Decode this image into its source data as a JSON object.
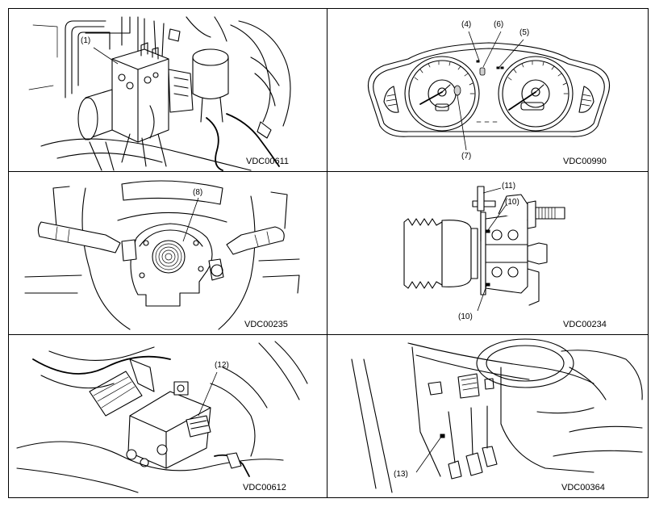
{
  "panels": [
    {
      "code": "VDC00611",
      "callouts": [
        "(1)"
      ]
    },
    {
      "code": "VDC00990",
      "callouts": [
        "(4)",
        "(6)",
        "(5)",
        "(7)"
      ]
    },
    {
      "code": "VDC00235",
      "callouts": [
        "(8)"
      ]
    },
    {
      "code": "VDC00234",
      "callouts": [
        "(11)",
        "(10)",
        "(10)"
      ]
    },
    {
      "code": "VDC00612",
      "callouts": [
        "(12)"
      ]
    },
    {
      "code": "VDC00364",
      "callouts": [
        "(13)"
      ]
    }
  ]
}
